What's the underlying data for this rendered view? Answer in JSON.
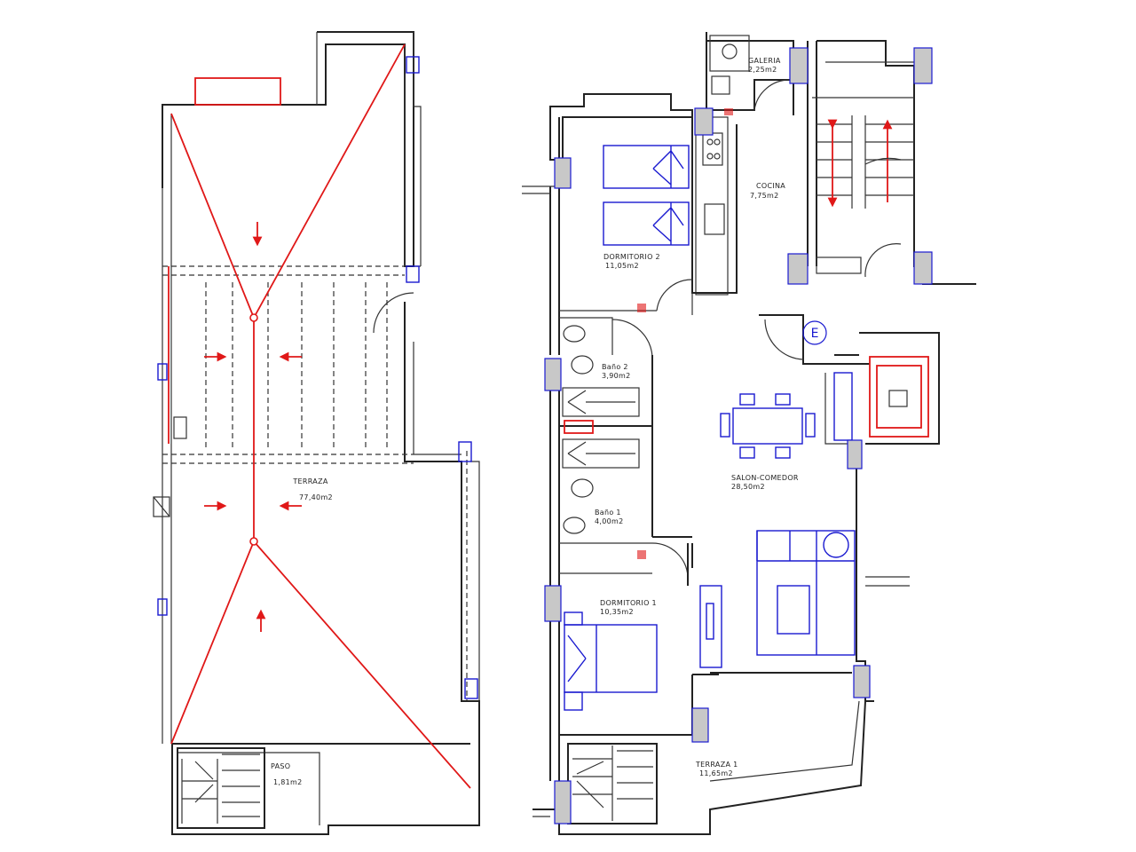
{
  "rooms": {
    "terraza": {
      "name": "TERRAZA",
      "area": "77,40m2"
    },
    "paso": {
      "name": "PASO",
      "area": "1,81m2"
    },
    "galeria": {
      "name": "GALERIA",
      "area": "2,25m2"
    },
    "cocina": {
      "name": "COCINA",
      "area": "7,75m2"
    },
    "dormitorio2": {
      "name": "DORMITORIO 2",
      "area": "11,05m2"
    },
    "bano2": {
      "name": "Baño 2",
      "area": "3,90m2"
    },
    "salon": {
      "name": "SALON-COMEDOR",
      "area": "28,50m2"
    },
    "bano1": {
      "name": "Baño 1",
      "area": "4,00m2"
    },
    "dormitorio1": {
      "name": "DORMITORIO 1",
      "area": "10,35m2"
    },
    "terraza1": {
      "name": "TERRAZA 1",
      "area": "11,65m2"
    }
  },
  "entrance_symbol": "E",
  "colors": {
    "walls": "#222222",
    "drainage": "#e01818",
    "furniture": "#1a1ad0"
  }
}
